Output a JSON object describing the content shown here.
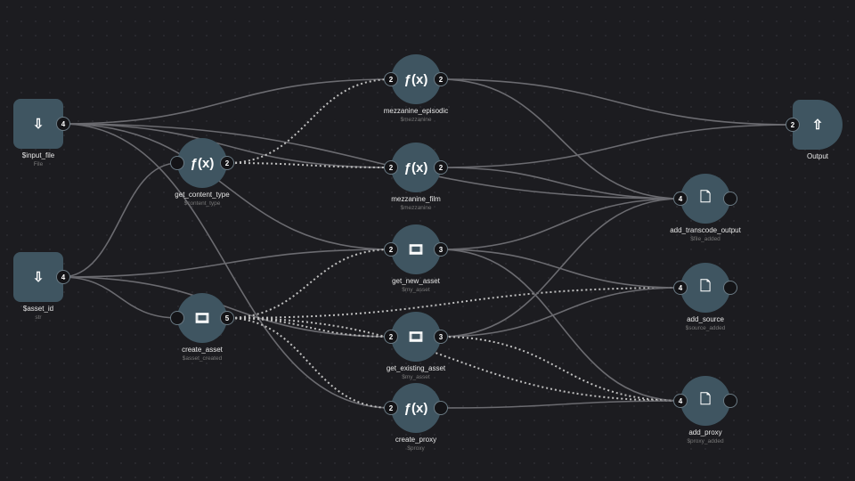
{
  "nodes": {
    "input_file": {
      "name": "$input_file",
      "type": "File",
      "icon": "download-icon",
      "out_count": "4"
    },
    "asset_id": {
      "name": "$asset_id",
      "type": "str",
      "icon": "download-icon",
      "out_count": "4"
    },
    "get_content_type": {
      "name": "get_content_type",
      "var": "$content_type",
      "icon": "function-icon",
      "out_count": "2"
    },
    "create_asset": {
      "name": "create_asset",
      "var": "$asset_created",
      "icon": "film-icon",
      "out_count": "5"
    },
    "mezzanine_episodic": {
      "name": "mezzanine_episodic",
      "var": "$mezzanine",
      "icon": "function-icon",
      "in_count": "2",
      "out_count": "2"
    },
    "mezzanine_film": {
      "name": "mezzanine_film",
      "var": "$mezzanine",
      "icon": "function-icon",
      "in_count": "2",
      "out_count": "2"
    },
    "get_new_asset": {
      "name": "get_new_asset",
      "var": "$my_asset",
      "icon": "film-icon",
      "in_count": "2",
      "out_count": "3"
    },
    "get_existing_asset": {
      "name": "get_existing_asset",
      "var": "$my_asset",
      "icon": "film-icon",
      "in_count": "2",
      "out_count": "3"
    },
    "create_proxy": {
      "name": "create_proxy",
      "var": "$proxy",
      "icon": "function-icon",
      "in_count": "2"
    },
    "output": {
      "name": "Output",
      "icon": "upload-icon",
      "in_count": "2"
    },
    "add_transcode_output": {
      "name": "add_transcode_output",
      "var": "$file_added",
      "icon": "file-icon",
      "in_count": "4"
    },
    "add_source": {
      "name": "add_source",
      "var": "$source_added",
      "icon": "file-icon",
      "in_count": "4"
    },
    "add_proxy": {
      "name": "add_proxy",
      "var": "$proxy_added",
      "icon": "file-icon",
      "in_count": "4"
    }
  },
  "edges": [
    {
      "from": "input_file",
      "to": "mezzanine_episodic",
      "dashed": false
    },
    {
      "from": "input_file",
      "to": "mezzanine_film",
      "dashed": false
    },
    {
      "from": "input_file",
      "to": "add_transcode_output",
      "dashed": false
    },
    {
      "from": "input_file",
      "to": "get_new_asset",
      "dashed": false
    },
    {
      "from": "input_file",
      "to": "create_proxy",
      "dashed": false
    },
    {
      "from": "asset_id",
      "to": "get_content_type",
      "dashed": false
    },
    {
      "from": "asset_id",
      "to": "create_asset",
      "dashed": false
    },
    {
      "from": "asset_id",
      "to": "get_new_asset",
      "dashed": false
    },
    {
      "from": "asset_id",
      "to": "get_existing_asset",
      "dashed": false
    },
    {
      "from": "get_content_type",
      "to": "mezzanine_episodic",
      "dashed": true
    },
    {
      "from": "get_content_type",
      "to": "mezzanine_film",
      "dashed": true
    },
    {
      "from": "create_asset",
      "to": "get_new_asset",
      "dashed": true
    },
    {
      "from": "create_asset",
      "to": "get_existing_asset",
      "dashed": true
    },
    {
      "from": "create_asset",
      "to": "create_proxy",
      "dashed": true
    },
    {
      "from": "create_asset",
      "to": "add_source",
      "dashed": true
    },
    {
      "from": "create_asset",
      "to": "add_proxy",
      "dashed": true
    },
    {
      "from": "mezzanine_episodic",
      "to": "output",
      "dashed": false
    },
    {
      "from": "mezzanine_episodic",
      "to": "add_transcode_output",
      "dashed": false
    },
    {
      "from": "mezzanine_film",
      "to": "output",
      "dashed": false
    },
    {
      "from": "mezzanine_film",
      "to": "add_transcode_output",
      "dashed": false
    },
    {
      "from": "get_new_asset",
      "to": "add_transcode_output",
      "dashed": false
    },
    {
      "from": "get_new_asset",
      "to": "add_source",
      "dashed": false
    },
    {
      "from": "get_new_asset",
      "to": "add_proxy",
      "dashed": false
    },
    {
      "from": "get_existing_asset",
      "to": "add_transcode_output",
      "dashed": false
    },
    {
      "from": "get_existing_asset",
      "to": "add_source",
      "dashed": false
    },
    {
      "from": "get_existing_asset",
      "to": "add_proxy",
      "dashed": true
    },
    {
      "from": "create_proxy",
      "to": "add_proxy",
      "dashed": false
    }
  ]
}
